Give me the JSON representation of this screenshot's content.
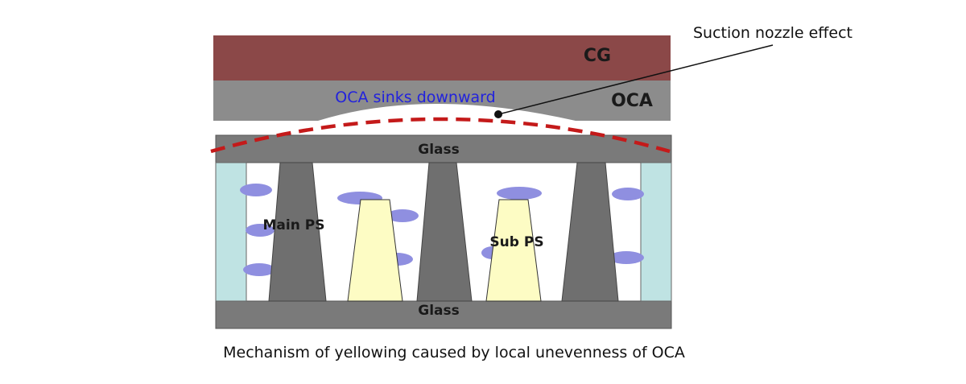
{
  "diagram": {
    "labels": {
      "cg": "CG",
      "oca": "OCA",
      "oca_sinks": "OCA sinks downward",
      "suction": "Suction nozzle effect",
      "glass_top": "Glass",
      "glass_bottom": "Glass",
      "main_ps": "Main PS",
      "sub_ps": "Sub PS"
    },
    "caption": "Mechanism of yellowing caused by local unevenness of OCA",
    "colors": {
      "cg_layer": "#8b4848",
      "oca_layer": "#8c8c8c",
      "glass": "#7a7a7a",
      "spacer_main": "#6f6f6f",
      "spacer_sub": "#fdfcc4",
      "side_seal": "#bfe3e3",
      "liquid_crystal": "#8f8fe0",
      "deformation_curve": "#c41a1a",
      "oca_label_text": "#2222dd"
    }
  }
}
